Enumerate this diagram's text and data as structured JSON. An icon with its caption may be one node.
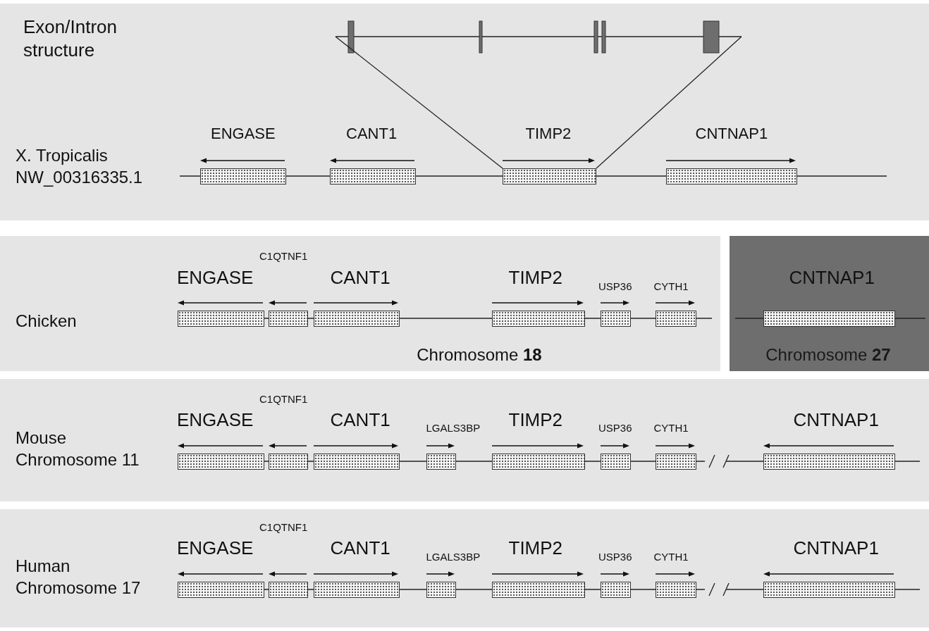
{
  "diagram": {
    "nodes": [
      {
        "text": [
          "X. Tropicalis NW_00316335.1"
        ]
      },
      {
        "text": [],
        "shape": "bar",
        "in": 0
      },
      {
        "text": [
          "ENGASE"
        ],
        "in": 0
      },
      {
        "text": [
          "CANT1"
        ],
        "in": 0
      },
      {
        "text": [
          "TIMP2"
        ],
        "in": 0
      },
      {
        "text": [
          "CNTNAP1"
        ],
        "in": 0
      },
      {
        "text": [
          "Chicken",
          "Chromosome **18**"
        ]
      },
      {
        "text": [
          "ENGASE"
        ],
        "in": 6
      },
      {
        "text": [
          "C1QTNF1"
        ],
        "in": 6
      },
      {
        "text": [
          "CANT1"
        ],
        "in": 6
      },
      {
        "text": [
          "TIMP2"
        ],
        "in": 6
      },
      {
        "text": [
          "USP36"
        ],
        "in": 6
      },
      {
        "text": [
          "CYTH1"
        ],
        "in": 6
      },
      {
        "text": [
          "Chromosome **27**"
        ]
      },
      {
        "text": [
          "CNTNAP1"
        ],
        "in": 13
      },
      {
        "text": [
          "Mouse Chromosome 11"
        ]
      },
      {
        "text": [
          "ENGASE"
        ],
        "in": 15
      },
      {
        "text": [
          "C1QTNF1"
        ],
        "in": 15
      },
      {
        "text": [
          "CANT1"
        ],
        "in": 15
      },
      {
        "text": [
          "LGALS3BP"
        ],
        "in": 15
      },
      {
        "text": [
          "TIMP2"
        ],
        "in": 15
      },
      {
        "text": [
          "USP36"
        ],
        "in": 15
      },
      {
        "text": [
          "CYTH1"
        ],
        "in": 15
      },
      {
        "text": [
          "CNTNAP1"
        ],
        "in": 15
      },
      {
        "text": [
          "Human Chromosome 17"
        ]
      },
      {
        "text": [
          "ENGASE"
        ],
        "in": 24
      },
      {
        "text": [
          "C1QTNF1"
        ],
        "in": 24
      },
      {
        "text": [
          "CANT1"
        ],
        "in": 24
      },
      {
        "text": [
          "LGALS3BP"
        ],
        "in": 24
      },
      {
        "text": [
          "TIMP2"
        ],
        "in": 24
      },
      {
        "text": [
          "USP36"
        ],
        "in": 24
      },
      {
        "text": [
          "CYTH1"
        ],
        "in": 24
      },
      {
        "text": [
          "CNTNAP1"
        ],
        "in": 24
      }
    ],
    "edges": [
      {
        "from": 4,
        "to": 1,
        "arrow": "none"
      },
      {
        "from": 4,
        "to": 1,
        "arrow": "none"
      }
    ],
    "labels": [
      "Exon/Intron structure"
    ]
  }
}
